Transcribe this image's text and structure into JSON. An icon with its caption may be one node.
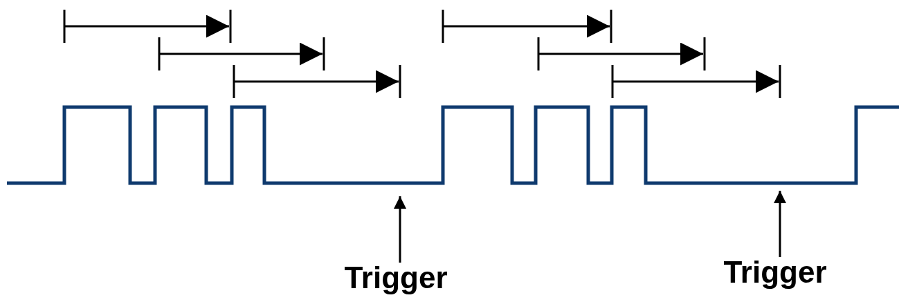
{
  "diagram": {
    "nodes": [
      {
        "text": [
          "Trigger"
        ]
      },
      {
        "text": [
          "Trigger"
        ]
      }
    ],
    "edges": [
      {
        "from": 0,
        "to": null,
        "arrow": "to"
      },
      {
        "from": 1,
        "to": null,
        "arrow": "to"
      }
    ]
  }
}
